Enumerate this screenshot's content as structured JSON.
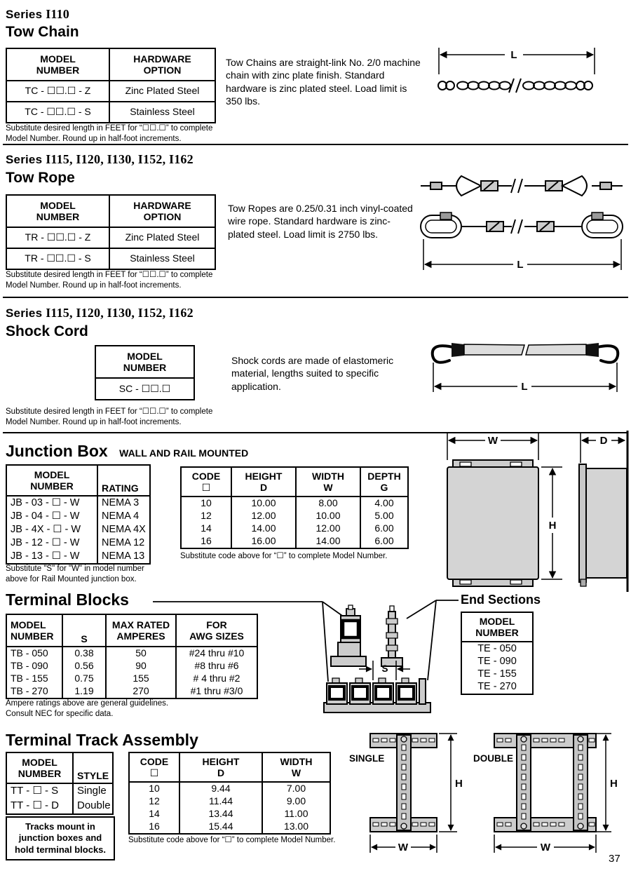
{
  "tow_chain": {
    "series_label": "Series",
    "series_codes": "I110",
    "title": "Tow Chain",
    "table": {
      "col1_header": "MODEL\nNUMBER",
      "col2_header": "HARDWARE\nOPTION",
      "rows": [
        {
          "model": "TC - ☐☐.☐ - Z",
          "option": "Zinc Plated Steel"
        },
        {
          "model": "TC - ☐☐.☐ - S",
          "option": "Stainless Steel"
        }
      ]
    },
    "footnote": "Substitute desired length in FEET for “☐☐.☐” to complete\nModel Number. Round up in half-foot increments.",
    "description": "Tow Chains are straight-link No. 2/0 machine chain with zinc plate finish. Standard hardware is zinc plated steel. Load limit is 350 lbs.",
    "dim_label": "L"
  },
  "tow_rope": {
    "series_label": "Series",
    "series_codes": "I115, I120, I130, I152, I162",
    "title": "Tow Rope",
    "table": {
      "col1_header": "MODEL\nNUMBER",
      "col2_header": "HARDWARE\nOPTION",
      "rows": [
        {
          "model": "TR - ☐☐.☐ - Z",
          "option": "Zinc Plated Steel"
        },
        {
          "model": "TR - ☐☐.☐ - S",
          "option": "Stainless Steel"
        }
      ]
    },
    "footnote": "Substitute desired length in FEET for “☐☐.☐” to complete\nModel Number. Round up in half-foot increments.",
    "description": "Tow Ropes are 0.25/0.31 inch vinyl-coated wire rope. Standard hardware is zinc-plated steel. Load limit is 2750 lbs.",
    "dim_label": "L"
  },
  "shock_cord": {
    "series_label": "Series",
    "series_codes": "I115, I120, I130, I152, I162",
    "title": "Shock Cord",
    "table": {
      "header": "MODEL\nNUMBER",
      "model": "SC - ☐☐.☐"
    },
    "description": "Shock cords are made of elastomeric material, lengths suited to specific application.",
    "footnote": "Substitute desired length in FEET for “☐☐.☐” to complete\nModel Number. Round up in half-foot increments.",
    "dim_label": "L"
  },
  "junction_box": {
    "title": "Junction Box",
    "subtitle": "WALL AND RAIL MOUNTED",
    "model_table": {
      "col1_header": "MODEL\nNUMBER",
      "col2_header": "RATING",
      "rows": [
        {
          "model": "JB - 03 - ☐ - W",
          "rating": "NEMA 3"
        },
        {
          "model": "JB - 04 - ☐ - W",
          "rating": "NEMA 4"
        },
        {
          "model": "JB - 4X - ☐ - W",
          "rating": "NEMA 4X"
        },
        {
          "model": "JB - 12 - ☐ - W",
          "rating": "NEMA 12"
        },
        {
          "model": "JB - 13 - ☐ - W",
          "rating": "NEMA 13"
        }
      ]
    },
    "model_footnote": "Substitute \"S\" for \"W\" in model number\nabove for Rail Mounted junction box.",
    "size_table": {
      "headers": [
        "CODE\n☐",
        "HEIGHT\nD",
        "WIDTH\nW",
        "DEPTH\nG"
      ],
      "rows": [
        [
          "10",
          "10.00",
          "8.00",
          "4.00"
        ],
        [
          "12",
          "12.00",
          "10.00",
          "5.00"
        ],
        [
          "14",
          "14.00",
          "12.00",
          "6.00"
        ],
        [
          "16",
          "16.00",
          "14.00",
          "6.00"
        ]
      ]
    },
    "size_footnote": "Substitute code above for “☐” to complete Model Number.",
    "dims": {
      "width": "W",
      "height": "H",
      "depth": "D"
    }
  },
  "terminal_blocks": {
    "title": "Terminal Blocks",
    "table": {
      "headers": [
        "MODEL\nNUMBER",
        "S",
        "MAX RATED\nAMPERES",
        "FOR\nAWG SIZES"
      ],
      "rows": [
        [
          "TB - 050",
          "0.38",
          "50",
          "#24 thru #10"
        ],
        [
          "TB - 090",
          "0.56",
          "90",
          "#8 thru #6"
        ],
        [
          "TB - 155",
          "0.75",
          "155",
          "# 4 thru #2"
        ],
        [
          "TB - 270",
          "1.19",
          "270",
          "#1 thru #3/0"
        ]
      ]
    },
    "footnote": "Ampere ratings above are general guidelines.\nConsult NEC for specific data.",
    "spacing_label": "S"
  },
  "end_sections": {
    "title": "End Sections",
    "table": {
      "header": "MODEL\nNUMBER",
      "rows": [
        "TE - 050",
        "TE - 090",
        "TE - 155",
        "TE - 270"
      ]
    }
  },
  "terminal_track": {
    "title": "Terminal Track Assembly",
    "model_table": {
      "col1_header": "MODEL\nNUMBER",
      "col2_header": "STYLE",
      "rows": [
        {
          "model": "TT - ☐ - S",
          "style": "Single"
        },
        {
          "model": "TT - ☐ - D",
          "style": "Double"
        }
      ]
    },
    "note": "Tracks mount in\njunction boxes and\nhold terminal blocks.",
    "size_table": {
      "headers": [
        "CODE\n☐",
        "HEIGHT\nD",
        "WIDTH\nW"
      ],
      "rows": [
        [
          "10",
          "9.44",
          "7.00"
        ],
        [
          "12",
          "11.44",
          "9.00"
        ],
        [
          "14",
          "13.44",
          "11.00"
        ],
        [
          "16",
          "15.44",
          "13.00"
        ]
      ]
    },
    "size_footnote": "Substitute code above for “☐” to complete Model Number.",
    "single_label": "SINGLE",
    "double_label": "DOUBLE",
    "dims": {
      "height": "H",
      "width": "W"
    }
  },
  "page_number": "37"
}
